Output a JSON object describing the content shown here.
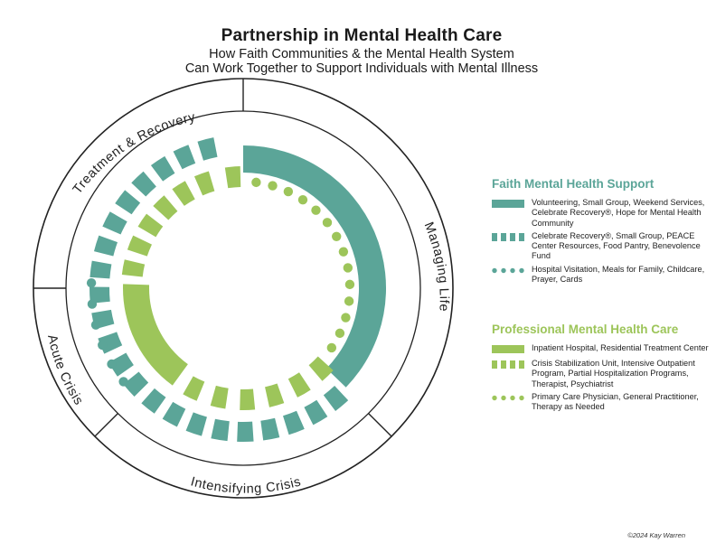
{
  "title": "Partnership in Mental Health Care",
  "subtitle_line1": "How Faith Communities & the Mental Health System",
  "subtitle_line2": "Can Work Together to Support Individuals with Mental Illness",
  "wheel": {
    "segments": [
      "Treatment & Recovery",
      "Managing Life",
      "Intensifying Crisis",
      "Acute Crisis"
    ]
  },
  "colors": {
    "faith": "#5ba598",
    "professional": "#9dc55a",
    "ring": "#222222"
  },
  "legend_faith": {
    "heading": "Faith Mental Health Support",
    "items": [
      {
        "style": "solid",
        "text": "Volunteering, Small Group, Weekend Services, Celebrate Recovery®, Hope for Mental Health Community"
      },
      {
        "style": "dashed",
        "text": "Celebrate Recovery®, Small Group, PEACE Center Resources, Food Pantry, Benevolence Fund"
      },
      {
        "style": "dotted",
        "text": "Hospital Visitation, Meals for Family, Childcare, Prayer, Cards"
      }
    ]
  },
  "legend_professional": {
    "heading": "Professional Mental Health Care",
    "items": [
      {
        "style": "solid",
        "text": "Inpatient Hospital, Residential Treatment Center"
      },
      {
        "style": "dashed",
        "text": "Crisis Stabilization Unit, Intensive Outpatient Program, Partial Hospitalization Programs, Therapist, Psychiatrist"
      },
      {
        "style": "dotted",
        "text": "Primary Care Physician, General Practitioner, Therapy as Needed"
      }
    ]
  },
  "copyright": "©2024 Kay Warren"
}
